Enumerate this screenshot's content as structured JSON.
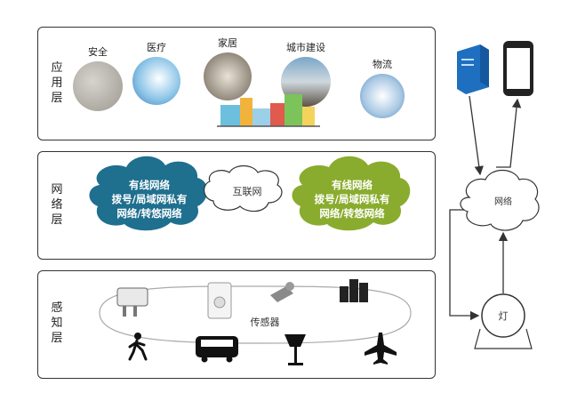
{
  "app_layer": {
    "label": "应用层",
    "items": [
      "安全",
      "医疗",
      "家居",
      "城市建设",
      "物流"
    ]
  },
  "network_layer": {
    "label": "网络层",
    "left_cloud": [
      "有线网络",
      "拨号/局域网私有",
      "网络/转悠网络"
    ],
    "center_cloud": "互联网",
    "right_cloud": [
      "有线网络",
      "拨号/局域网私有",
      "网络/转悠网络"
    ]
  },
  "sensing_layer": {
    "label": "感知层",
    "center_label": "传感器"
  },
  "right_side": {
    "network_label": "网络",
    "lamp_label": "灯"
  },
  "colors": {
    "left_cloud": "#1f6f8f",
    "right_cloud": "#8aac2e",
    "device_blue": "#1e6fc0",
    "outline": "#333333"
  }
}
